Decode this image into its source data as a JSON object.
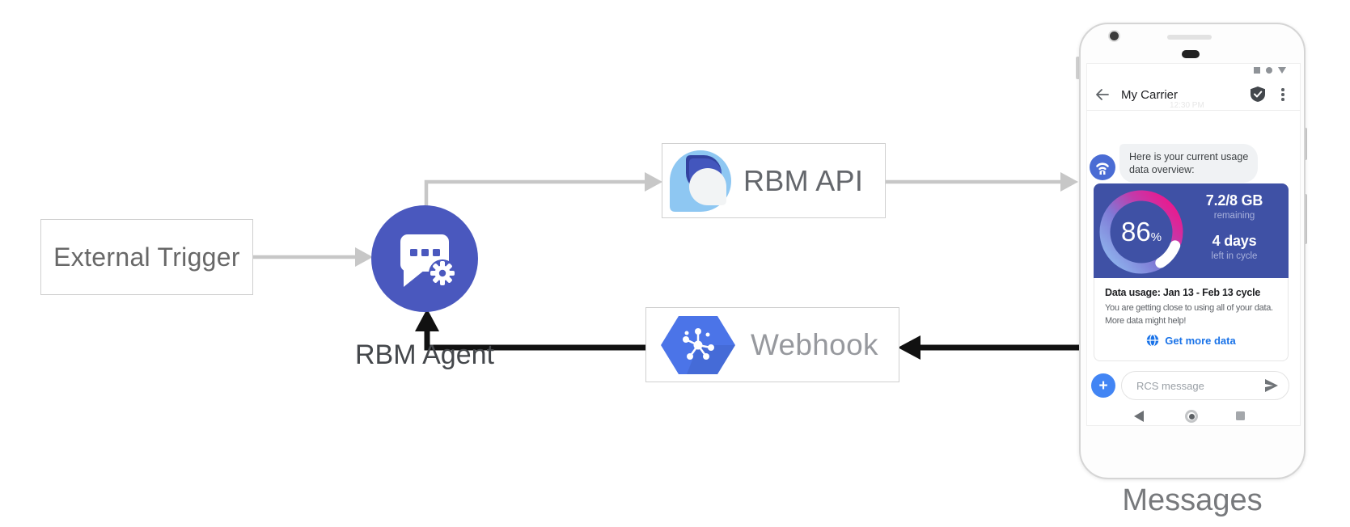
{
  "diagram": {
    "external_trigger_label": "External Trigger",
    "rbm_agent_label": "RBM Agent",
    "rbm_api_label": "RBM API",
    "webhook_label": "Webhook",
    "phone_caption": "Messages"
  },
  "phone": {
    "header": {
      "title": "My Carrier",
      "timestamp": "12:30 PM"
    },
    "chat": {
      "message_line1": "Here is your current usage",
      "message_line2": "data overview:"
    },
    "card": {
      "gauge_percent": "86",
      "gauge_percent_sign": "%",
      "stat1_value": "7.2/8 GB",
      "stat1_caption": "remaining",
      "stat2_value": "4 days",
      "stat2_caption": "left in cycle",
      "title": "Data usage: Jan 13 - Feb 13 cycle",
      "body_line1": "You are getting close to using all of your data.",
      "body_line2": "More data might help!",
      "action_label": "Get more data"
    },
    "composer": {
      "plus_label": "+",
      "placeholder": "RCS message"
    }
  },
  "icons": {
    "agent": "chat-bubble-gear-icon",
    "rbm_api": "rbm-api-drop-logo",
    "webhook": "cloud-hexagon-hub-logo",
    "avatar": "antenna-broadcast-icon",
    "header": [
      "back-arrow-icon",
      "shield-check-icon",
      "kebab-menu-icon"
    ],
    "status": [
      "square-icon",
      "circle-icon",
      "triangle-down-icon"
    ],
    "action": "globe-icon",
    "composer": [
      "plus-icon",
      "send-icon"
    ],
    "nav": [
      "nav-back-icon",
      "nav-home-icon",
      "nav-recents-icon"
    ]
  },
  "colors": {
    "agent_circle_blue": "#4a58be",
    "card_background_blue": "#3f51a5",
    "action_link_blue": "#1a73e8",
    "plus_button_blue": "#4285f4",
    "webhook_hexagon_blue": "#4b74e8",
    "rbm_logo_light_blue": "#8ec7f2",
    "rbm_logo_dark_blue": "#3c50b4",
    "connector_gray": "#c7c7c7",
    "connector_black": "#111111",
    "gauge_gradient": [
      "#8FB6EE",
      "#7F7AD6",
      "#C23BAB",
      "#F0158A"
    ],
    "gauge_remaining": "#ffffff"
  },
  "chart_data": {
    "type": "gauge",
    "title": "Data usage: Jan 13 - Feb 13 cycle",
    "percent_used_display": 86,
    "values": [
      {
        "label": "remaining",
        "value": "7.2/8 GB"
      },
      {
        "label": "left in cycle",
        "value": "4 days"
      }
    ]
  }
}
